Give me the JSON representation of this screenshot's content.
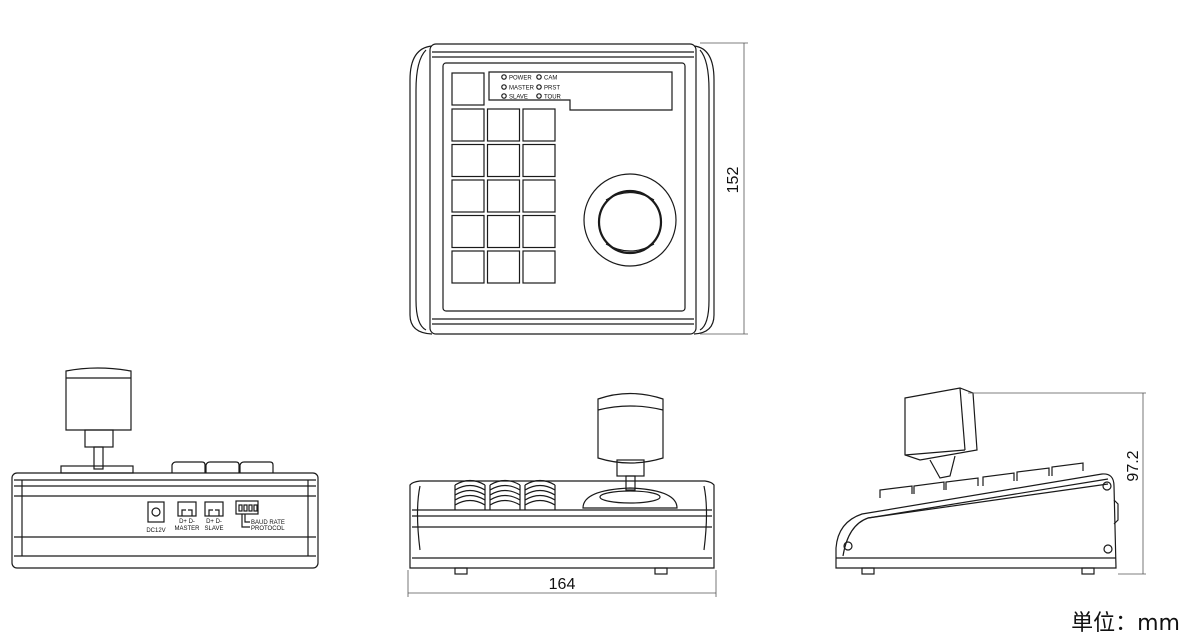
{
  "top_view": {
    "indicators": [
      {
        "label": "POWER"
      },
      {
        "label": "CAM"
      },
      {
        "label": "MASTER"
      },
      {
        "label": "PRST"
      },
      {
        "label": "SLAVE"
      },
      {
        "label": "TOUR"
      }
    ]
  },
  "back_view": {
    "port_dc": "DC12V",
    "port_master_pins": "D+  D-",
    "port_master": "MASTER",
    "port_slave_pins": "D+  D-",
    "port_slave": "SLAVE",
    "dip_label_1": "BAUD RATE",
    "dip_label_2": "PROTOCOL"
  },
  "dimensions": {
    "height": "152",
    "width": "164",
    "depth": "97.2"
  },
  "unit_label": "単位：mm"
}
